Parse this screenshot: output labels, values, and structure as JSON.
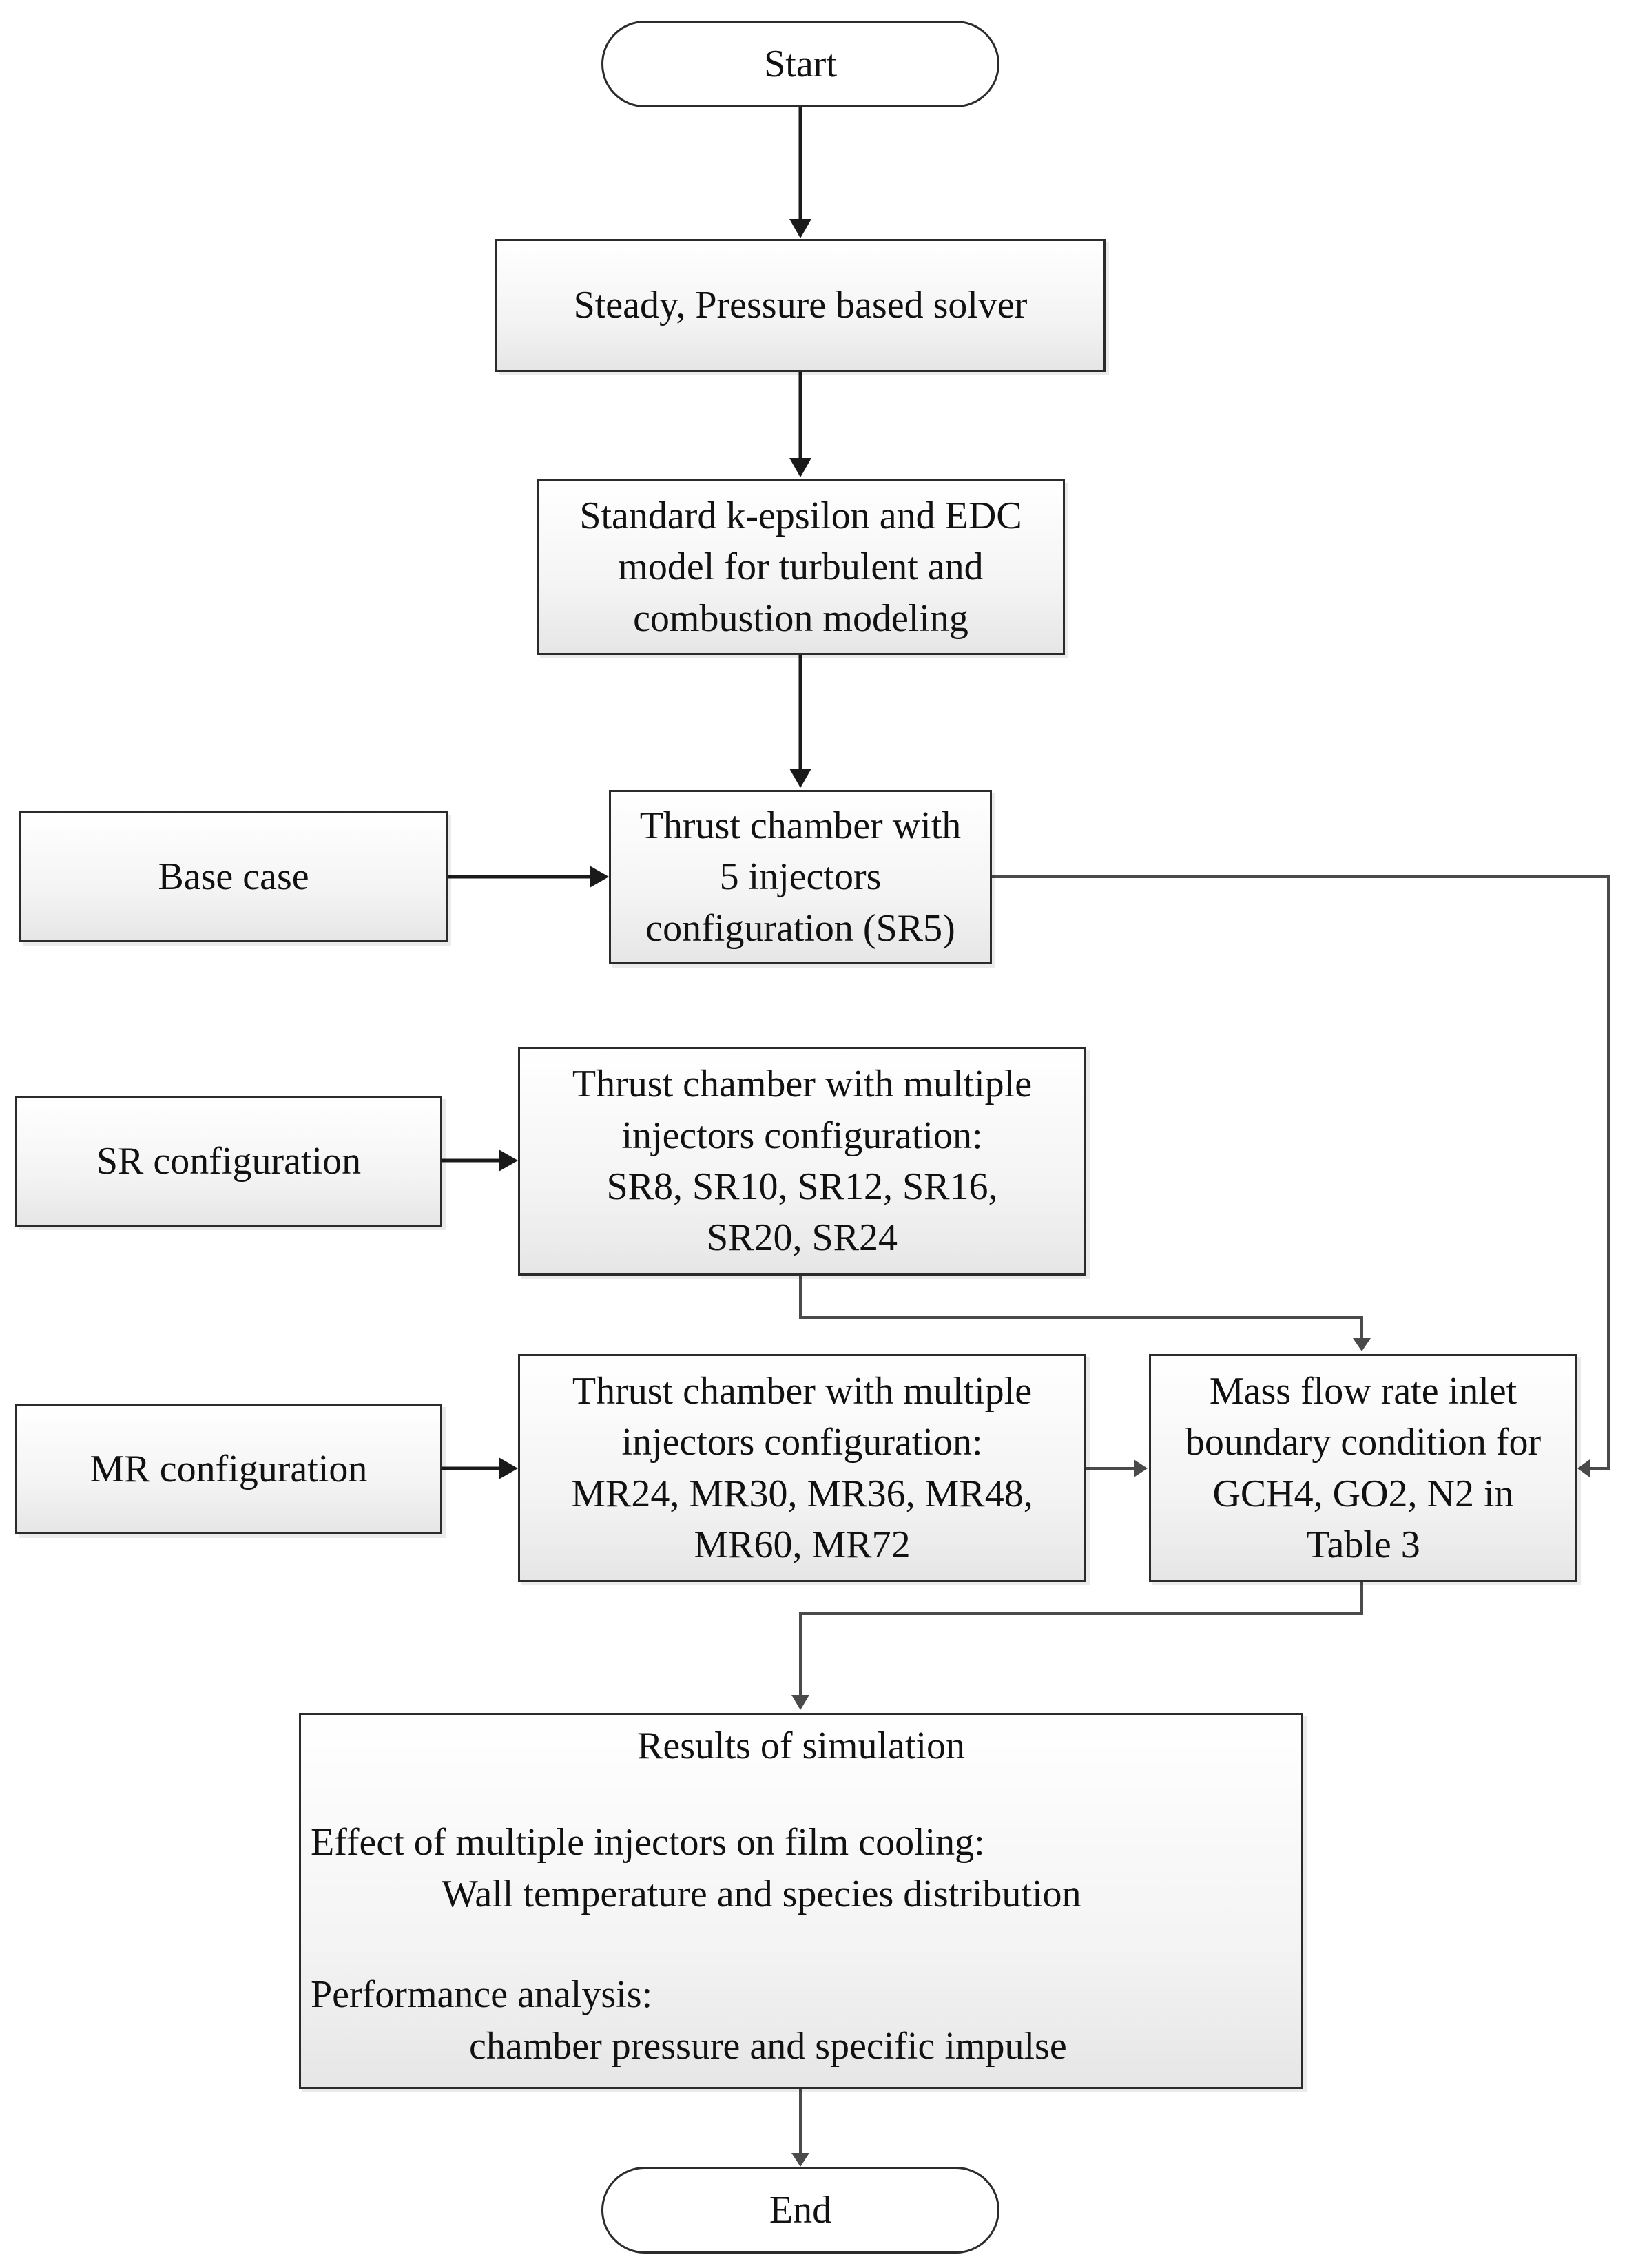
{
  "flowchart": {
    "start": "Start",
    "solver": "Steady, Pressure based solver",
    "model": [
      "Standard k-epsilon and EDC",
      "model for turbulent and",
      "combustion modeling"
    ],
    "base_case": "Base case",
    "sr5": [
      "Thrust chamber with",
      "5 injectors",
      "configuration (SR5)"
    ],
    "sr_config": "SR configuration",
    "sr_multi": [
      "Thrust chamber with multiple",
      "injectors configuration:",
      "SR8, SR10, SR12, SR16,",
      "SR20, SR24"
    ],
    "mr_config": "MR configuration",
    "mr_multi": [
      "Thrust chamber with multiple",
      "injectors configuration:",
      "MR24, MR30, MR36, MR48,",
      "MR60, MR72"
    ],
    "boundary": [
      "Mass flow rate inlet",
      "boundary condition for",
      "GCH4, GO2, N2 in",
      "Table 3"
    ],
    "results": {
      "title": "Results of simulation",
      "film_heading": "Effect of multiple injectors on film cooling:",
      "film_detail": "Wall temperature  and species distribution",
      "perf_heading": "Performance analysis:",
      "perf_detail": "chamber pressure and specific impulse"
    },
    "end": "End"
  }
}
